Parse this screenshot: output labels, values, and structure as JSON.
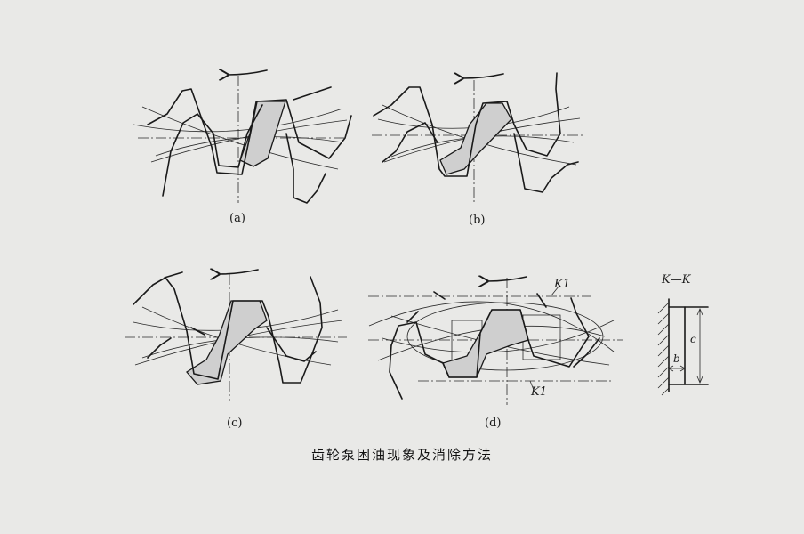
{
  "labels": {
    "a": "(a)",
    "b": "(b)",
    "c": "(c)",
    "d": "(d)",
    "k1_top": "K1",
    "k1_bottom": "K1",
    "section": "K—K",
    "dim_b": "b",
    "dim_c": "c"
  },
  "caption": "齿轮泵困油现象及消除方法"
}
